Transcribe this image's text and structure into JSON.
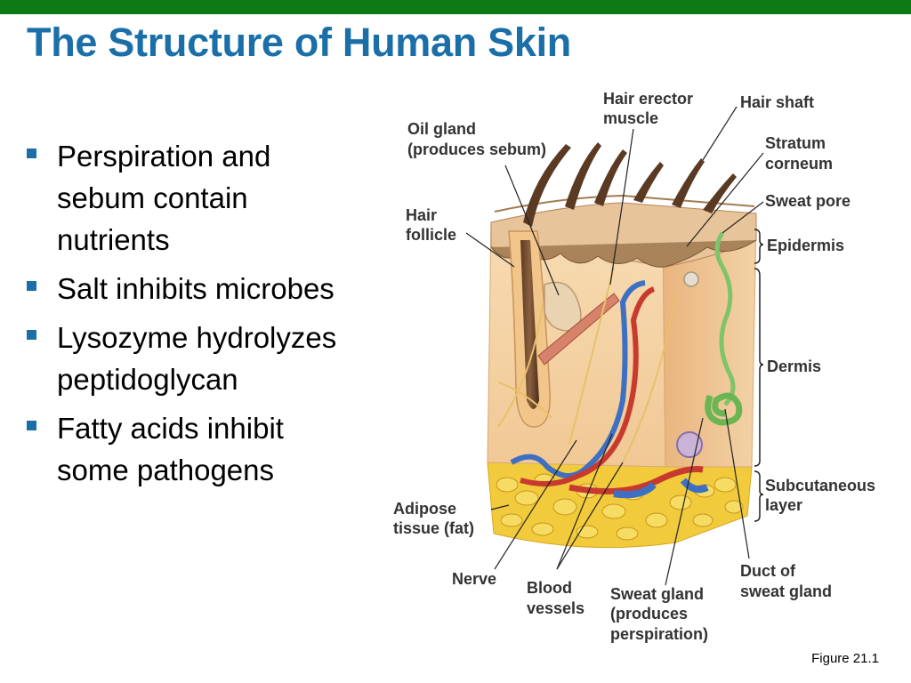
{
  "title": "The Structure of Human Skin",
  "bullets": [
    {
      "lines": [
        "Perspiration and",
        "sebum contain",
        "nutrients"
      ]
    },
    {
      "lines": [
        "Salt inhibits microbes"
      ]
    },
    {
      "lines": [
        "Lysozyme hydrolyzes",
        "peptidoglycan"
      ]
    },
    {
      "lines": [
        "Fatty acids inhibit",
        "some pathogens"
      ]
    }
  ],
  "labels": {
    "oil_gland": [
      "Oil gland",
      "(produces sebum)"
    ],
    "hair_erector": [
      "Hair erector",
      "muscle"
    ],
    "hair_shaft": [
      "Hair shaft"
    ],
    "stratum": [
      "Stratum",
      "corneum"
    ],
    "sweat_pore": [
      "Sweat pore"
    ],
    "hair_follicle": [
      "Hair",
      "follicle"
    ],
    "epidermis": [
      "Epidermis"
    ],
    "dermis": [
      "Dermis"
    ],
    "subcutaneous": [
      "Subcutaneous",
      "layer"
    ],
    "adipose": [
      "Adipose",
      "tissue (fat)"
    ],
    "nerve": [
      "Nerve"
    ],
    "blood": [
      "Blood",
      "vessels"
    ],
    "sweat_gland": [
      "Sweat gland",
      "(produces",
      "perspiration)"
    ],
    "duct": [
      "Duct of",
      "sweat gland"
    ]
  },
  "figure_caption": "Figure 21.1",
  "colors": {
    "top_bar": "#0d7a14",
    "title": "#1a6fa8",
    "bullet": "#1a6fa8"
  }
}
